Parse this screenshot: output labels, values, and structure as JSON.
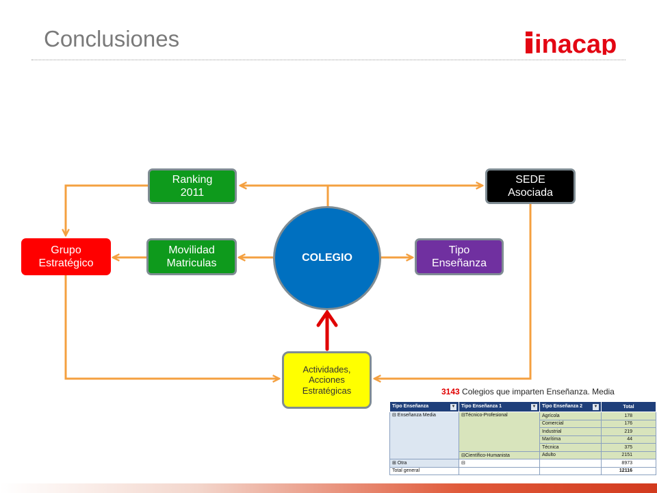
{
  "header": {
    "title": "Conclusiones"
  },
  "logo": {
    "text": "inacap",
    "color": "#e30613"
  },
  "colors": {
    "connector": "#f4a040",
    "arrow_red": "#e00000"
  },
  "nodes": {
    "ranking": "Ranking\n2011",
    "sede": "SEDE\nAsociada",
    "grupo": "Grupo\nEstratégico",
    "movilidad": "Movilidad\nMatriculas",
    "colegio": "COLEGIO",
    "tipo": "Tipo\nEnseñanza",
    "actividades": "Actividades,\nAcciones\nEstratégicas"
  },
  "note": {
    "count": "3143",
    "text": " Colegios que imparten Enseñanza. Media"
  },
  "pivot": {
    "headers": [
      "Tipo Enseñanza",
      "Tipo Enseñanza 1",
      "Tipo Enseñanza 2",
      "Total"
    ],
    "media_label": "⊟ Enseñanza Media",
    "tp_label": "⊟Técnico-Profesional",
    "ch_label": "⊟Científico-Humanista",
    "otra_label": "⊞ Otra",
    "otra_sub": "⊟",
    "total_label": "Total general",
    "rows": [
      {
        "type": "Agrícola",
        "total": "178"
      },
      {
        "type": "Comercial",
        "total": "176"
      },
      {
        "type": "Industrial",
        "total": "219"
      },
      {
        "type": "Marítima",
        "total": "44"
      },
      {
        "type": "Técnica",
        "total": "375"
      },
      {
        "type": "Adulto",
        "total": "2151"
      }
    ],
    "otra_total": "8973",
    "grand_total": "12116"
  }
}
